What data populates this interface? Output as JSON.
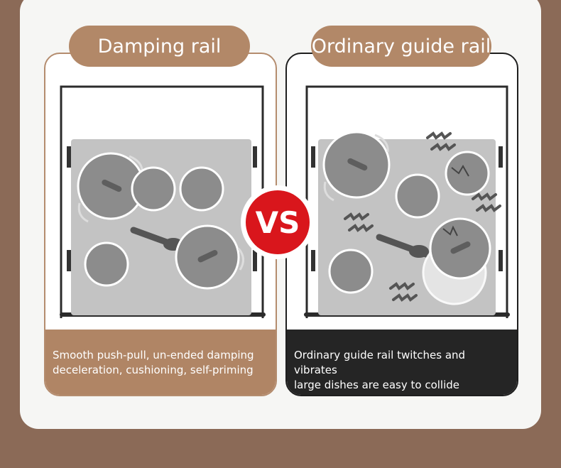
{
  "left": {
    "title": "Damping rail",
    "caption_line1": "Smooth push-pull, un-ended damping",
    "caption_line2": "deceleration, cushioning, self-priming"
  },
  "right": {
    "title": "Ordinary guide rail",
    "caption_line1": "Ordinary guide rail twitches and vibrates",
    "caption_line2": "large dishes are easy to collide"
  },
  "badge": {
    "text": "VS"
  },
  "colors": {
    "brown_outer": "#8b6a57",
    "accent_tan": "#b08565",
    "dark": "#252525",
    "vs_red": "#d9161c"
  }
}
